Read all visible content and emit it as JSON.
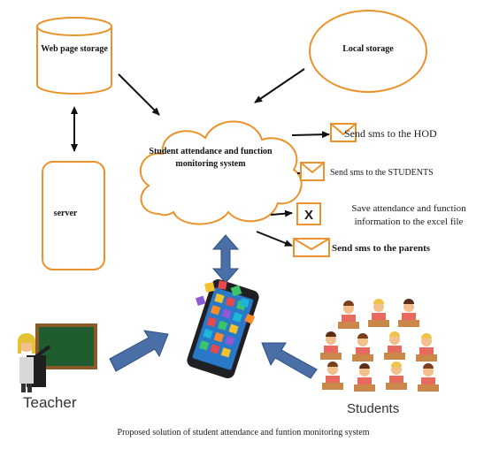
{
  "storage": {
    "web_page_storage": "Web page storage",
    "local_storage": "Local storage",
    "server": "server"
  },
  "system": {
    "label": "Student attendance and function monitoring system"
  },
  "actions": {
    "hod": "Send sms to the HOD",
    "students": "Send sms to the STUDENTS",
    "save": "Save attendance and function information to the excel file",
    "parents": "Send sms to the parents"
  },
  "actors": {
    "teacher": "Teacher",
    "students": "Students"
  },
  "caption": "Proposed solution of student attendance and funtion monitoring system",
  "colors": {
    "outline": "#e9932c",
    "arrow": "#4a6fa6",
    "arrow_dark": "#2c4f83",
    "line": "#111111",
    "board": "#1f5c2e"
  },
  "icons": [
    "envelope-icon",
    "excel-icon",
    "smartphone-icon",
    "teacher-icon",
    "students-icon"
  ]
}
